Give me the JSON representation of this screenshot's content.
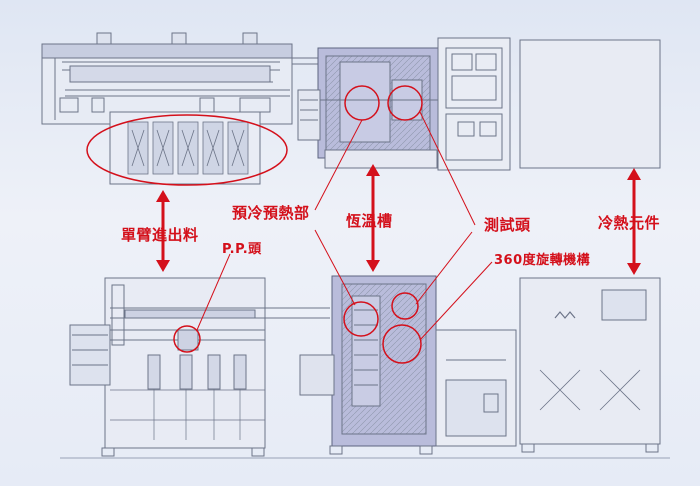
{
  "callouts": {
    "arm_feed": "單臂進出料",
    "pp_head": "P.P.頭",
    "precool_preheat": "預冷預熱部",
    "thermostatic_tank": "恆溫槽",
    "test_head": "測試頭",
    "rotation_360": "360度旋轉機構",
    "cooling_element": "冷熱元件"
  },
  "colors": {
    "annotation": "#d4101b",
    "drawing_line": "#6c7488",
    "drawing_shade": "#a3acc2",
    "chamber_fill": "#b9bcdb",
    "background": "#e3e8f4"
  }
}
